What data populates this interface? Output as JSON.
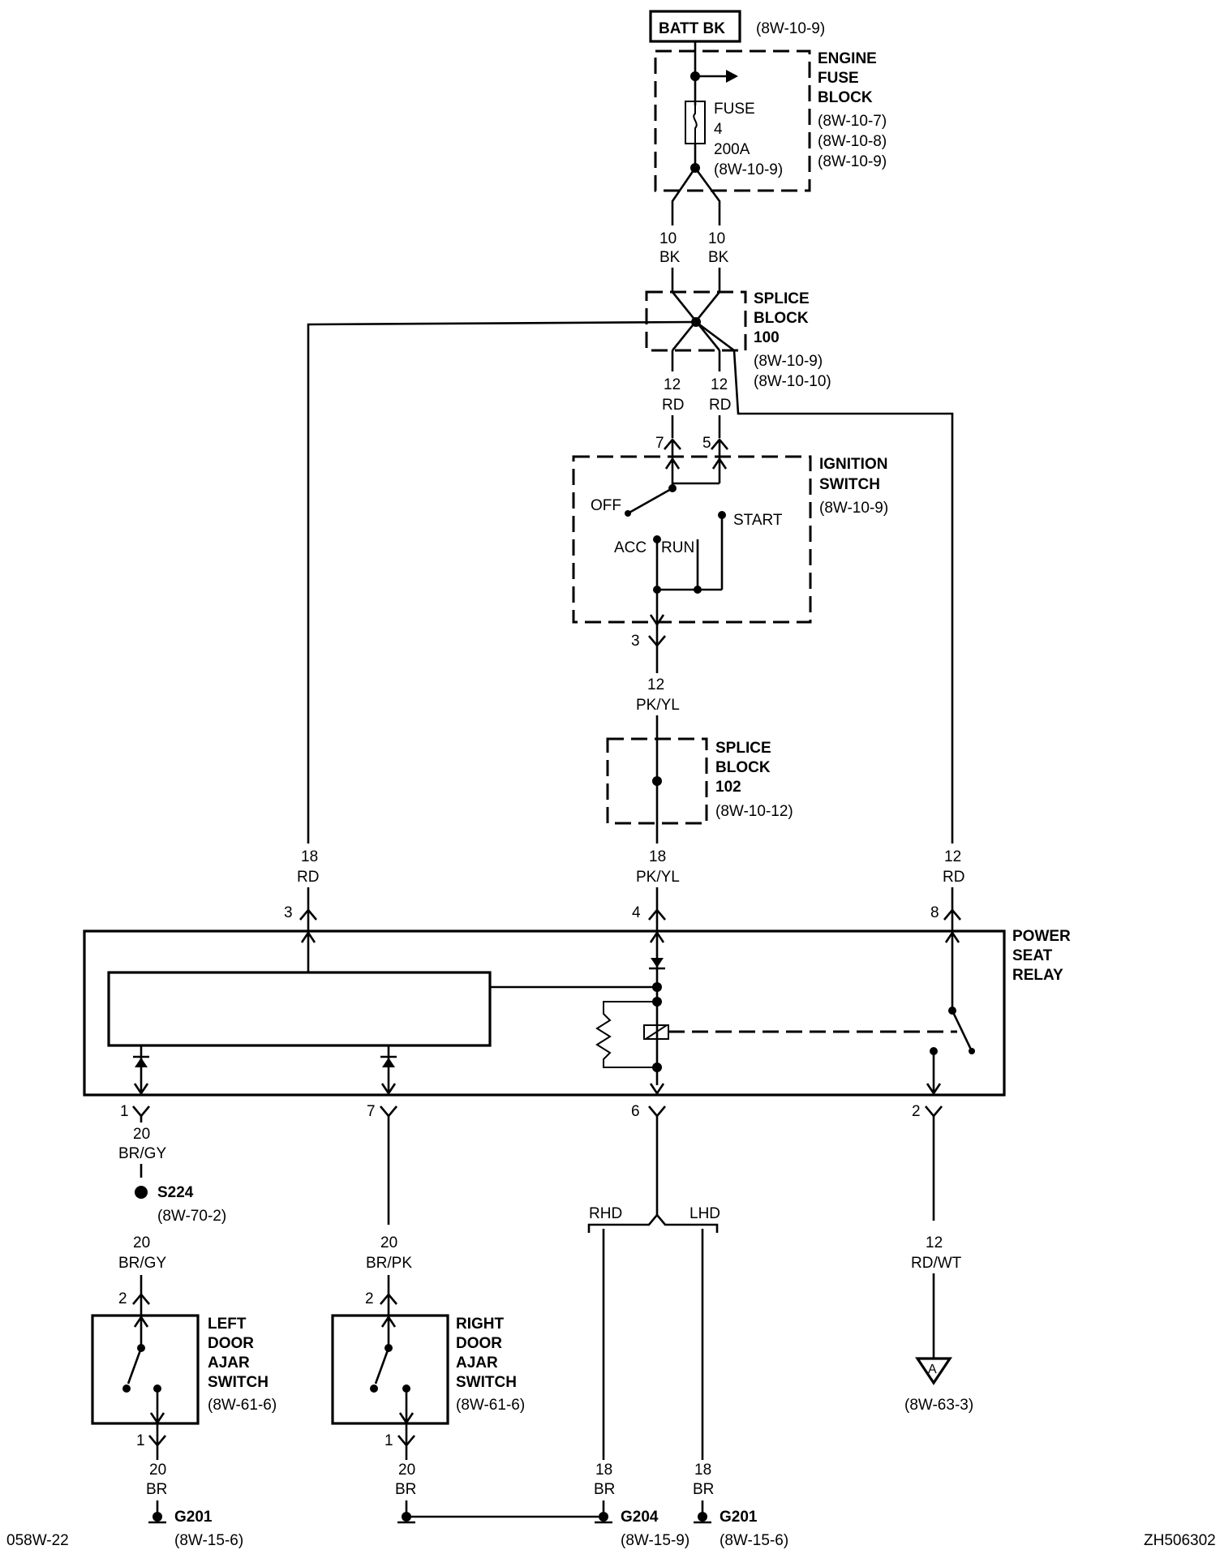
{
  "components": {
    "batt": {
      "name": "BATT BK",
      "ref": "(8W-10-9)"
    },
    "engine_fuse_block": {
      "name": [
        "ENGINE",
        "FUSE",
        "BLOCK"
      ],
      "refs": [
        "(8W-10-7)",
        "(8W-10-8)",
        "(8W-10-9)"
      ]
    },
    "fuse": {
      "lines": [
        "FUSE",
        "4",
        "200A",
        "(8W-10-9)"
      ]
    },
    "splice_block_100": {
      "name": [
        "SPLICE",
        "BLOCK",
        "100"
      ],
      "refs": [
        "(8W-10-9)",
        "(8W-10-10)"
      ]
    },
    "ignition_switch": {
      "name": [
        "IGNITION",
        "SWITCH"
      ],
      "ref": "(8W-10-9)",
      "positions": {
        "off": "OFF",
        "acc": "ACC",
        "run": "RUN",
        "start": "START"
      }
    },
    "splice_block_102": {
      "name": [
        "SPLICE",
        "BLOCK",
        "102"
      ],
      "ref": "(8W-10-12)"
    },
    "power_seat_relay": {
      "name": [
        "POWER",
        "SEAT",
        "RELAY"
      ]
    },
    "s224": {
      "name": "S224",
      "ref": "(8W-70-2)"
    },
    "left_door_ajar_switch": {
      "name": [
        "LEFT",
        "DOOR",
        "AJAR",
        "SWITCH"
      ],
      "ref": "(8W-61-6)"
    },
    "right_door_ajar_switch": {
      "name": [
        "RIGHT",
        "DOOR",
        "AJAR",
        "SWITCH"
      ],
      "ref": "(8W-61-6)"
    },
    "connector_a": {
      "name": "A",
      "ref": "(8W-63-3)"
    }
  },
  "wires": {
    "fuse_out_left": [
      "10",
      "BK"
    ],
    "fuse_out_right": [
      "10",
      "BK"
    ],
    "ign_in_left": [
      "12",
      "RD"
    ],
    "ign_in_right": [
      "12",
      "RD"
    ],
    "ign_out": [
      "12",
      "PK/YL"
    ],
    "relay_pin3": [
      "18",
      "RD"
    ],
    "relay_pin4": [
      "18",
      "PK/YL"
    ],
    "relay_pin8": [
      "12",
      "RD"
    ],
    "relay_pin1": [
      "20",
      "BR/GY"
    ],
    "s224_out": [
      "20",
      "BR/GY"
    ],
    "relay_pin7": [
      "20",
      "BR/PK"
    ],
    "relay_pin2": [
      "12",
      "RD/WT"
    ],
    "left_switch_gnd": [
      "20",
      "BR"
    ],
    "right_switch_gnd": [
      "20",
      "BR"
    ],
    "rhd_gnd": [
      "18",
      "BR"
    ],
    "lhd_gnd": [
      "18",
      "BR"
    ]
  },
  "pins": {
    "ign_7": "7",
    "ign_5": "5",
    "ign_3": "3",
    "relay_3": "3",
    "relay_4": "4",
    "relay_8": "8",
    "relay_1": "1",
    "relay_7": "7",
    "relay_6": "6",
    "relay_2": "2",
    "left_sw_2": "2",
    "left_sw_1": "1",
    "right_sw_2": "2",
    "right_sw_1": "1"
  },
  "options": {
    "rhd": "RHD",
    "lhd": "LHD"
  },
  "grounds": {
    "g201_left": {
      "name": "G201",
      "ref": "(8W-15-6)"
    },
    "g204": {
      "name": "G204",
      "ref": "(8W-15-9)"
    },
    "g201_right": {
      "name": "G201",
      "ref": "(8W-15-6)"
    }
  },
  "footer": {
    "page": "058W-22",
    "code": "ZH506302"
  }
}
